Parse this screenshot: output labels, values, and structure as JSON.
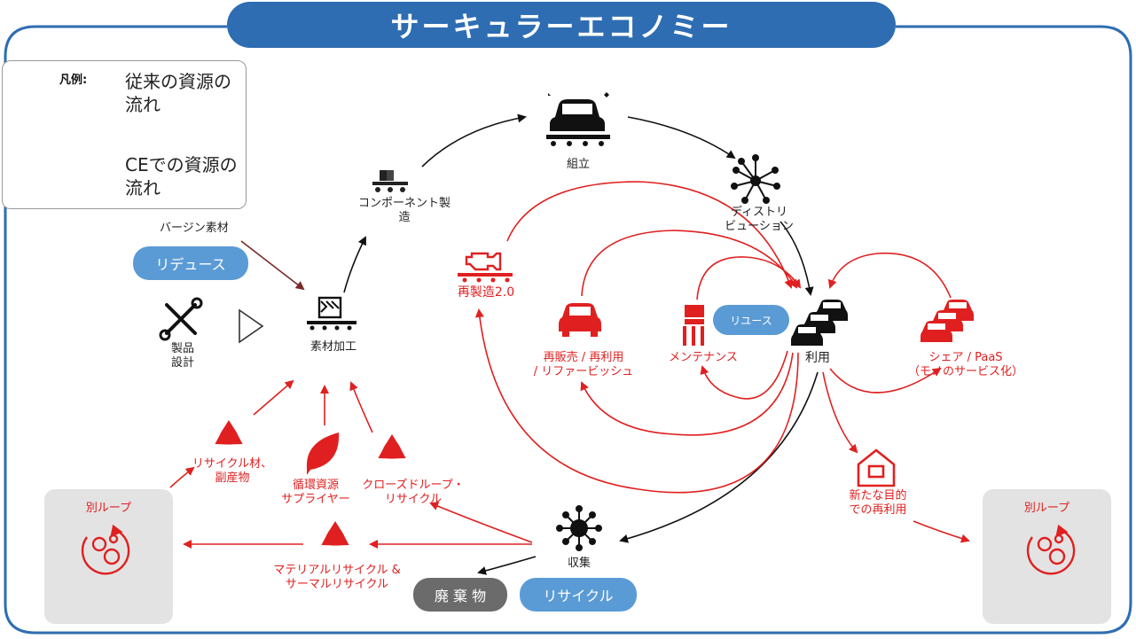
{
  "title": "サーキュラーエコノミー",
  "legend": {
    "title": "凡例:",
    "conventional": "従来の資源の流れ",
    "ce": "CEでの資源の流れ"
  },
  "labels": {
    "virgin": "バージン素材",
    "reduce": "リデュース",
    "product_design": "製品\n設計",
    "material_processing": "素材加工",
    "component_manufacturing": "コンポーネント製\n造",
    "assembly": "組立",
    "distribution": "ディストリ\nビューション",
    "remanufacturing": "再製造2.0",
    "resale": "再販売 / 再利用\n/ リファービッシュ",
    "maintenance": "メンテナンス",
    "reuse": "リユース",
    "use": "利用",
    "share": "シェア / PaaS\n（モノのサービス化）",
    "new_purpose": "新たな目的\nでの再利用",
    "collection": "収集",
    "waste": "廃 棄 物",
    "recycle": "リサイクル",
    "recycled_material": "リサイクル材、\n副産物",
    "circular_supplier": "循環資源\nサプライヤー",
    "closed_loop": "クローズドループ・\nリサイクル",
    "material_recycle": "マテリアルリサイクル &\nサーマルリサイクル",
    "other_loop_left": "別ループ",
    "other_loop_right": "別ループ"
  },
  "colors": {
    "blue": "#2e6db2",
    "light_blue": "#5b9bd5",
    "red": "#e02020",
    "dark_red": "#7a2a2a",
    "black": "#111111",
    "gray": "#6b6b6b"
  },
  "icons": {
    "assembly": "car-icon",
    "distribution": "hub-icon",
    "remanufacturing": "engine-icon",
    "resale": "car-icon",
    "maintenance": "mechanic-icon",
    "use": "cars-icon",
    "share": "cars-icon",
    "new_purpose": "house-icon",
    "collection": "collection-hub-icon",
    "recycle": "recycle-icon",
    "circular_supplier": "leaf-icon",
    "product_design": "tools-icon",
    "material_processing": "processing-icon",
    "component_manufacturing": "conveyor-icon",
    "other_loop": "gears-icon"
  }
}
